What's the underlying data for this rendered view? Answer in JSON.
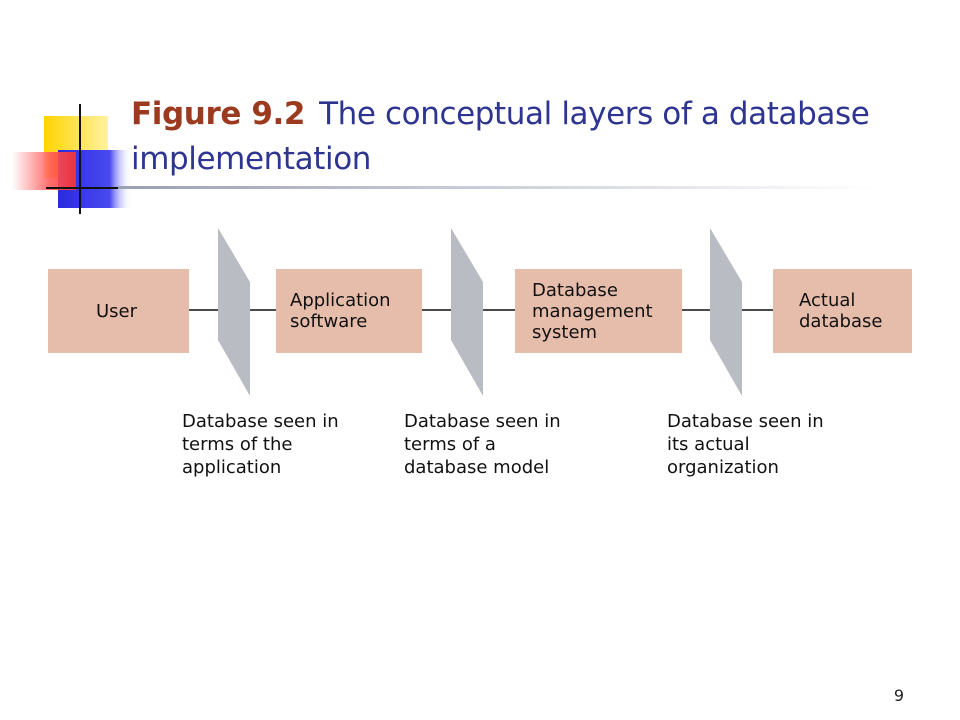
{
  "slide": {
    "title_figure": "Figure 9.2",
    "title_text": "The conceptual layers of a database implementation",
    "page_number": "9"
  },
  "diagram": {
    "layers": [
      "User",
      "Application\nsoftware",
      "Database\nmanagement\nsystem",
      "Actual\ndatabase"
    ],
    "views": [
      "Database seen in\nterms of the\napplication",
      "Database seen in\nterms of a\ndatabase model",
      "Database seen in\nits actual\norganization"
    ]
  },
  "colors": {
    "layer_box": "#e6bcab",
    "separator": "#b9bcc2",
    "title_figure": "#9b3a1e",
    "title_text": "#2e3590"
  }
}
